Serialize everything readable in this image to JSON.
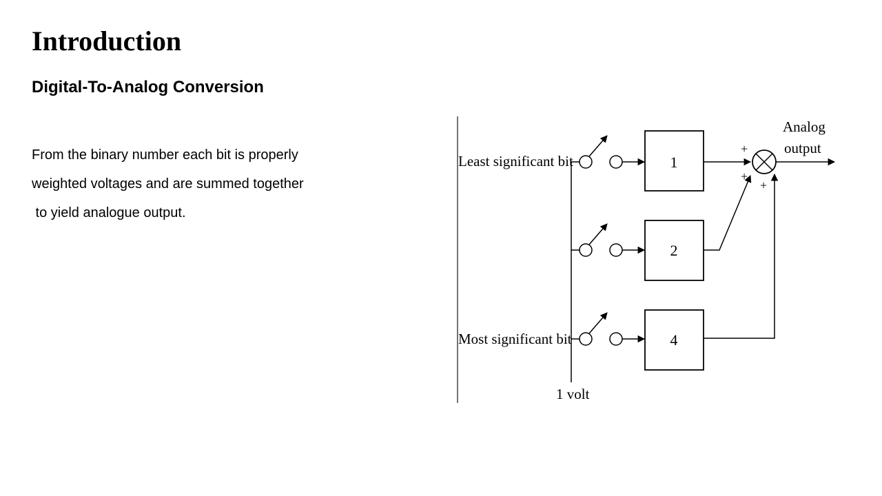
{
  "slide": {
    "title": "Introduction",
    "subtitle": "Digital-To-Analog Conversion",
    "body_lines": [
      "From the binary number each bit is properly",
      "weighted voltages and are summed together",
      " to yield analogue output."
    ]
  },
  "diagram": {
    "lsb_label": "Least significant bit",
    "msb_label": "Most significant bit",
    "source_label": "1 volt",
    "output_label_1": "Analog",
    "output_label_2": "output",
    "block_1": "1",
    "block_2": "2",
    "block_3": "4",
    "plus": "+"
  }
}
